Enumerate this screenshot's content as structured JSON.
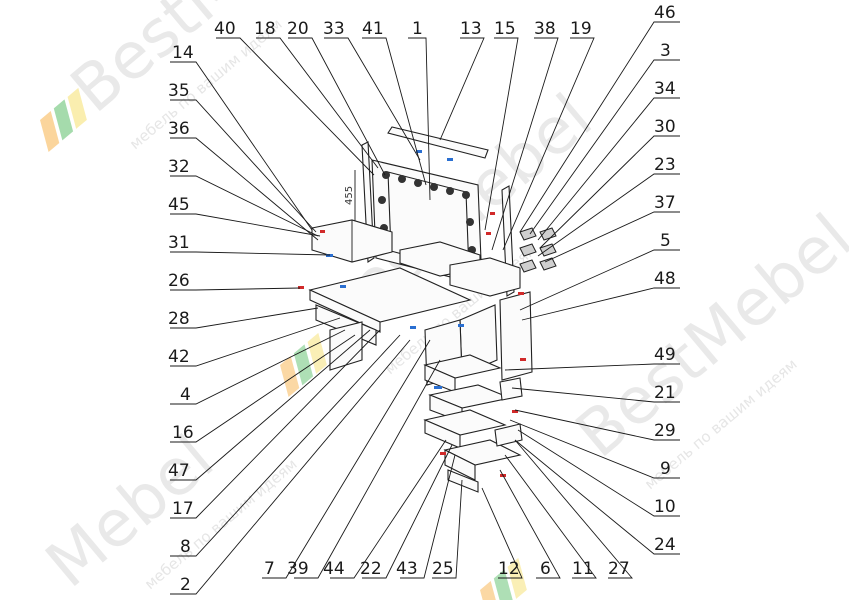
{
  "watermark": {
    "brand": "BestMebel",
    "brand_short": "Mebel",
    "slogan": "мебель по вашим идеям",
    "colors": {
      "orange": "#f7b24a",
      "yellow": "#f6e27a",
      "green": "#4cb85a",
      "gray": "#d9d9d9"
    }
  },
  "dimension_label": "455",
  "part_labels": {
    "left": [
      "14",
      "35",
      "36",
      "32",
      "45",
      "31",
      "26",
      "28",
      "42",
      "4",
      "16",
      "47",
      "17",
      "8",
      "2"
    ],
    "top": [
      "40",
      "18",
      "20",
      "33",
      "41",
      "1",
      "13",
      "15",
      "38",
      "19"
    ],
    "right": [
      "46",
      "3",
      "34",
      "30",
      "23",
      "37",
      "5",
      "48",
      "49",
      "21",
      "29",
      "9",
      "10",
      "24"
    ],
    "bottom": [
      "7",
      "39",
      "44",
      "22",
      "43",
      "25",
      "12",
      "6",
      "11",
      "27"
    ]
  }
}
